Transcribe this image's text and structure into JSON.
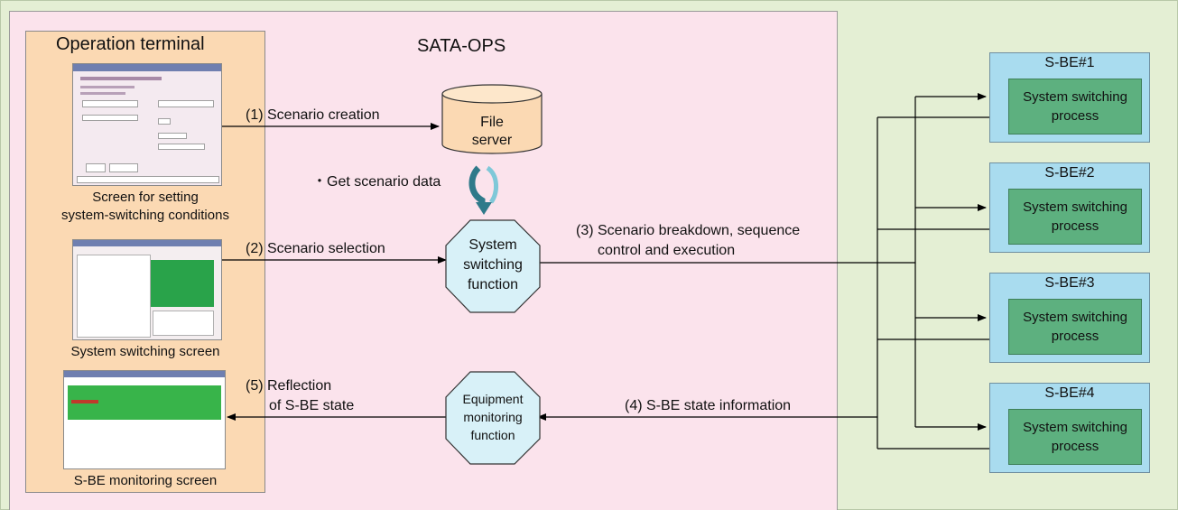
{
  "containers": {
    "sata_ops": "SATA-OPS",
    "operation_terminal": "Operation terminal"
  },
  "screens": [
    {
      "caption_line1": "Screen for setting",
      "caption_line2": "system-switching conditions"
    },
    {
      "caption": "System switching screen"
    },
    {
      "caption": "S-BE monitoring screen"
    }
  ],
  "file_server": {
    "line1": "File",
    "line2": "server"
  },
  "get_scenario": "・Get scenario data",
  "system_switching_function": {
    "line1": "System",
    "line2": "switching",
    "line3": "function"
  },
  "equipment_monitoring_function": {
    "line1": "Equipment",
    "line2": "monitoring",
    "line3": "function"
  },
  "flows": {
    "f1": "(1) Scenario creation",
    "f2": "(2) Scenario selection",
    "f3_line1": "(3) Scenario breakdown, sequence",
    "f3_line2": "control and execution",
    "f4": "(4) S-BE state information",
    "f5_line1": "(5) Reflection",
    "f5_line2": "of S-BE state"
  },
  "sbe_units": [
    {
      "name": "S-BE#1",
      "process_line1": "System switching",
      "process_line2": "process"
    },
    {
      "name": "S-BE#2",
      "process_line1": "System switching",
      "process_line2": "process"
    },
    {
      "name": "S-BE#3",
      "process_line1": "System switching",
      "process_line2": "process"
    },
    {
      "name": "S-BE#4",
      "process_line1": "System switching",
      "process_line2": "process"
    }
  ]
}
